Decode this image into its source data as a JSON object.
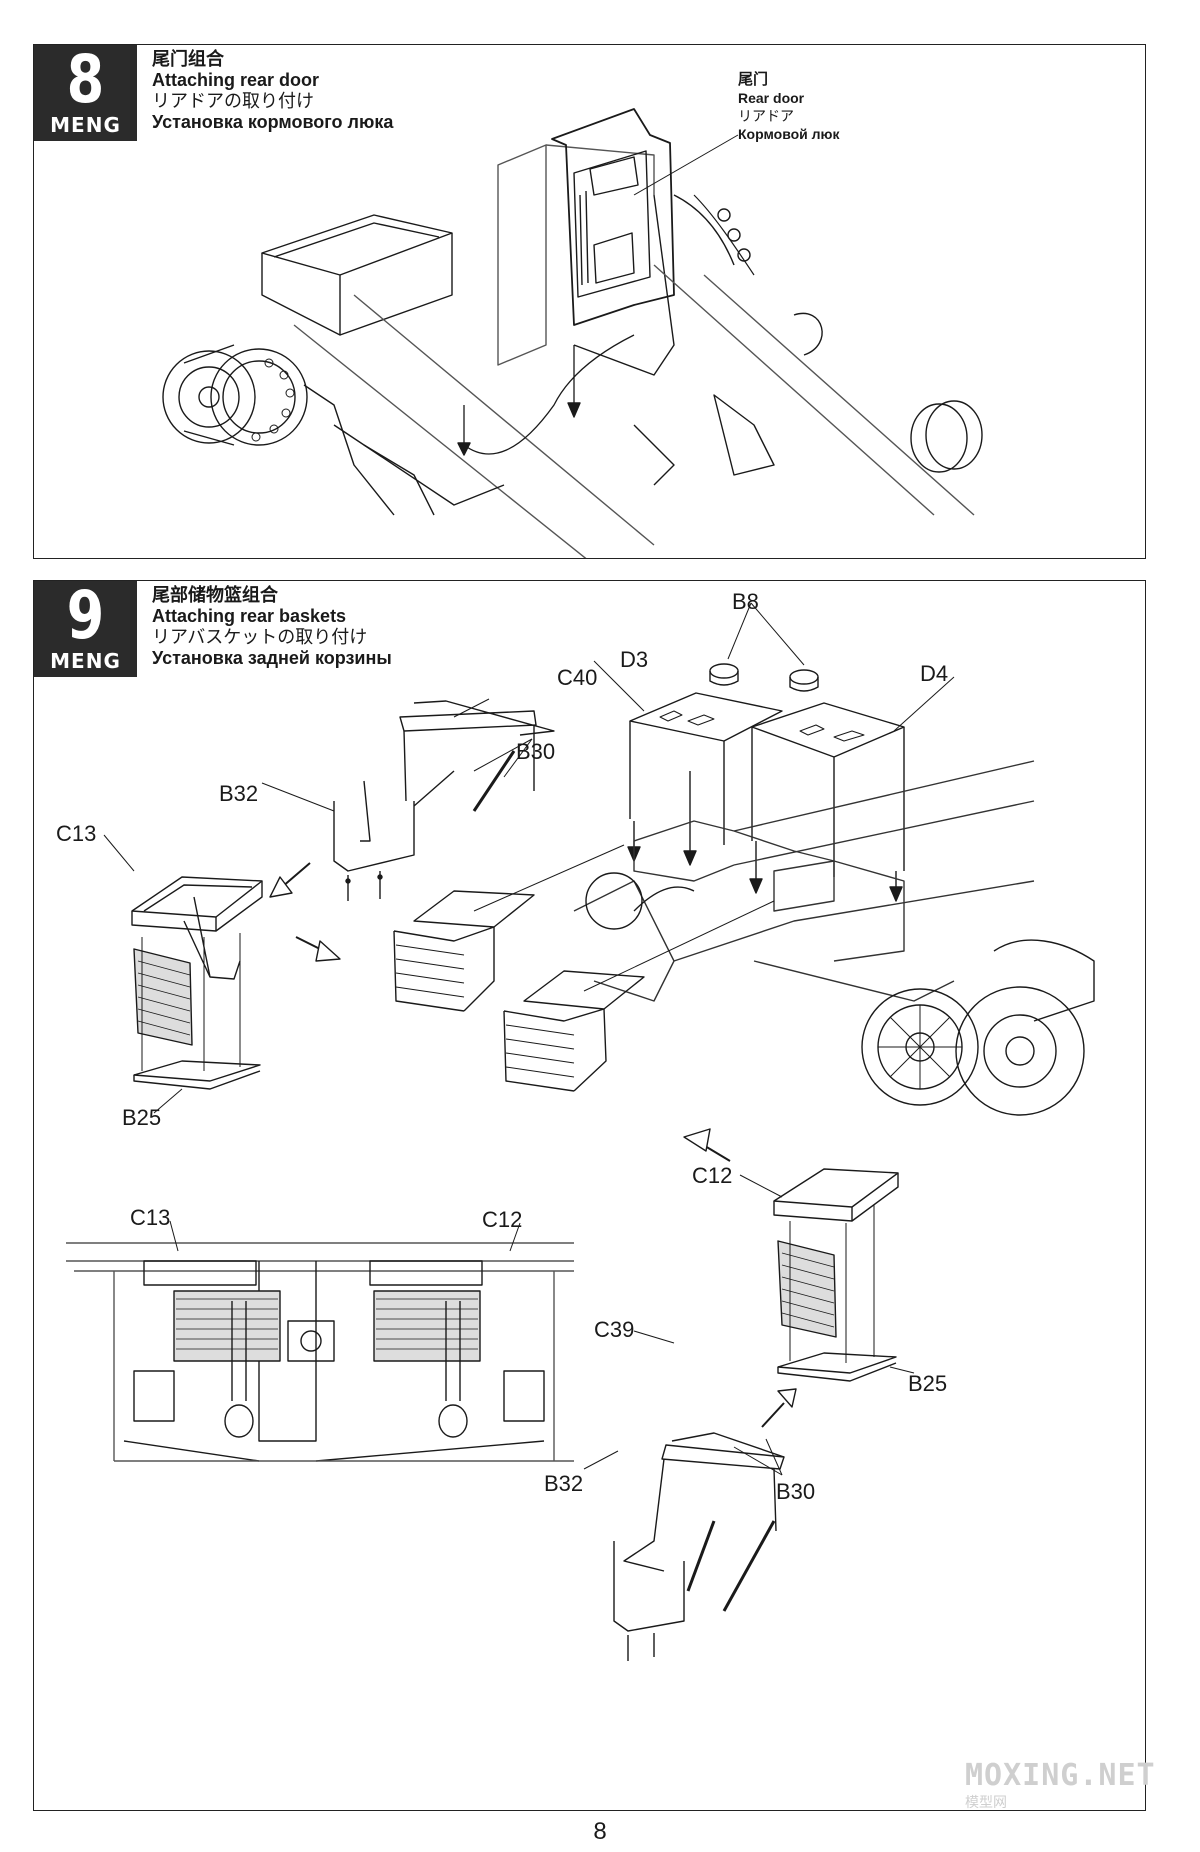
{
  "steps": [
    {
      "number": "8",
      "brand": "MENG",
      "title_zh": "尾门组合",
      "title_en": "Attaching rear door",
      "title_jp": "リアドアの取り付け",
      "title_ru": "Установка кормового люка",
      "callouts": [
        {
          "zh": "尾门",
          "en": "Rear door",
          "jp": "リアドア",
          "ru": "Кормовой люк"
        }
      ]
    },
    {
      "number": "9",
      "brand": "MENG",
      "title_zh": "尾部储物篮组合",
      "title_en": "Attaching rear baskets",
      "title_jp": "リアバスケットの取り付け",
      "title_ru": "Установка задней корзины",
      "parts": [
        "C40",
        "B8",
        "D3",
        "D4",
        "B32",
        "B30",
        "C13",
        "B25",
        "C12",
        "C13",
        "C12",
        "B25",
        "C39",
        "B32",
        "B30"
      ]
    }
  ],
  "page_number": "8",
  "watermark": "MOXING.NET",
  "watermark_sub": "模型网"
}
